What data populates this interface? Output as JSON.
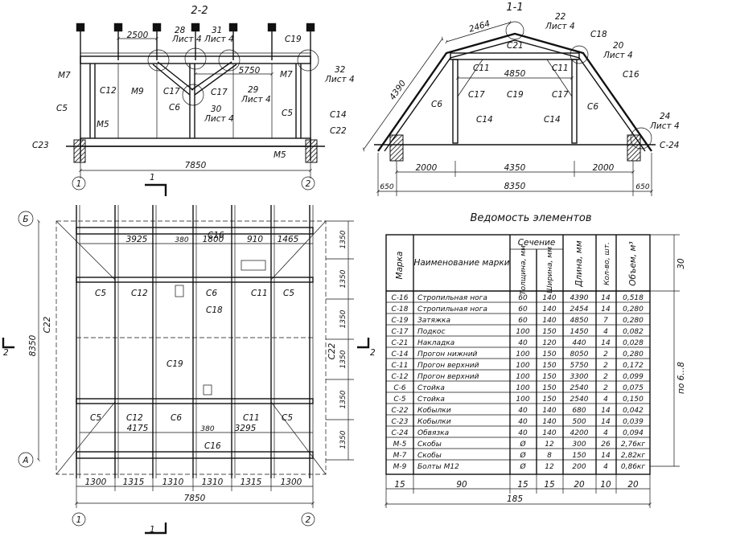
{
  "section22": {
    "title": "2-2",
    "dims": {
      "top_span": "2500",
      "inner_span": "5750",
      "bottom_span": "7850"
    },
    "labels": {
      "m7_left": "M7",
      "m7_right": "M7",
      "c12": "C12",
      "m9": "M9",
      "c17a": "C17",
      "c17b": "C17",
      "c6": "C6",
      "c5a": "C5",
      "c5b": "C5",
      "m5a": "M5",
      "m5b": "M5",
      "c14": "C14",
      "c22": "C22",
      "c23": "C23",
      "c19": "C19"
    },
    "callouts": [
      {
        "num": "28",
        "sheet": "Лист 4"
      },
      {
        "num": "31",
        "sheet": "Лист 4"
      },
      {
        "num": "29",
        "sheet": "Лист 4"
      },
      {
        "num": "30",
        "sheet": "Лист 4"
      },
      {
        "num": "32",
        "sheet": "Лист 4"
      }
    ],
    "axes": [
      "1",
      "2"
    ]
  },
  "section11": {
    "title": "1-1",
    "dims": {
      "rafter_top": "2464",
      "rafter_side": "4390",
      "tie": "4850",
      "left": "2000",
      "mid": "4350",
      "right": "2000",
      "total": "8350",
      "ov_left": "650",
      "ov_right": "650"
    },
    "labels": {
      "c21": "C21",
      "c11a": "C11",
      "c11b": "C11",
      "c18": "C18",
      "c16": "C16",
      "c17a": "C17",
      "c17b": "C17",
      "c19": "C19",
      "c6a": "C6",
      "c6b": "C6",
      "c14a": "C14",
      "c14b": "C14",
      "c24": "C-24"
    },
    "callouts": [
      {
        "num": "22",
        "sheet": "Лист 4"
      },
      {
        "num": "20",
        "sheet": "Лист 4"
      },
      {
        "num": "24",
        "sheet": "Лист 4"
      }
    ]
  },
  "plan": {
    "axes": {
      "b": "Б",
      "a": "А",
      "one": "1",
      "two": "2"
    },
    "section_marks": {
      "one": "1",
      "two": "2"
    },
    "dims_top": [
      "3925",
      "380",
      "1800",
      "910",
      "1465"
    ],
    "dims_inner_bottom": [
      "4175",
      "380",
      "3295"
    ],
    "dims_bottom": [
      "1300",
      "1315",
      "1310",
      "1310",
      "1315",
      "1300"
    ],
    "total_bottom": "7850",
    "total_left": "8350",
    "dims_right": [
      "1350",
      "1350",
      "1350",
      "1350",
      "1350",
      "1350"
    ],
    "labels": {
      "c16a": "C16",
      "c16b": "C16",
      "c18": "C18",
      "c19": "C19",
      "c22a": "C22",
      "c22b": "C22",
      "c5a": "C5",
      "c5b": "C5",
      "c5c": "C5",
      "c5d": "C5",
      "c12a": "C12",
      "c12b": "C12",
      "c6a": "C6",
      "c6b": "C6",
      "c11a": "C11",
      "c11b": "C11"
    }
  },
  "table": {
    "title": "Ведомость элементов",
    "headers": {
      "mark": "Марка",
      "name": "Наименование марки",
      "section": "Сечение",
      "thickness": "Толщина, мм",
      "width": "Ширина, мм",
      "length": "Длина, мм",
      "qty": "Кол-во, шт.",
      "volume": "Объем, м³"
    },
    "rows": [
      [
        "С-16",
        "Стропильная нога",
        "60",
        "140",
        "4390",
        "14",
        "0,518"
      ],
      [
        "С-18",
        "Стропильная нога",
        "60",
        "140",
        "2454",
        "14",
        "0,280"
      ],
      [
        "С-19",
        "Затяжка",
        "60",
        "140",
        "4850",
        "7",
        "0,280"
      ],
      [
        "С-17",
        "Подкос",
        "100",
        "150",
        "1450",
        "4",
        "0,082"
      ],
      [
        "С-21",
        "Накладка",
        "40",
        "120",
        "440",
        "14",
        "0,028"
      ],
      [
        "С-14",
        "Прогон нижний",
        "100",
        "150",
        "8050",
        "2",
        "0,280"
      ],
      [
        "С-11",
        "Прогон верхний",
        "100",
        "150",
        "5750",
        "2",
        "0,172"
      ],
      [
        "С-12",
        "Прогон верхний",
        "100",
        "150",
        "3300",
        "2",
        "0,099"
      ],
      [
        "С-6",
        "Стойка",
        "100",
        "150",
        "2540",
        "2",
        "0,075"
      ],
      [
        "С-5",
        "Стойка",
        "100",
        "150",
        "2540",
        "4",
        "0,150"
      ],
      [
        "С-22",
        "Кобылки",
        "40",
        "140",
        "680",
        "14",
        "0,042"
      ],
      [
        "С-23",
        "Кобылки",
        "40",
        "140",
        "500",
        "14",
        "0,039"
      ],
      [
        "С-24",
        "Обвязка",
        "40",
        "140",
        "4200",
        "4",
        "0,094"
      ],
      [
        "М-5",
        "Скобы",
        "Ø",
        "12",
        "300",
        "26",
        "2,76кг"
      ],
      [
        "М-7",
        "Скобы",
        "Ø",
        "8",
        "150",
        "14",
        "2,82кг"
      ],
      [
        "М-9",
        "Болты М12",
        "Ø",
        "12",
        "200",
        "4",
        "0,86кг"
      ]
    ],
    "col_widths": [
      "15",
      "90",
      "15",
      "15",
      "20",
      "10",
      "20"
    ],
    "total_width": "185",
    "header_height": "30",
    "row_height": "по 6...8"
  }
}
